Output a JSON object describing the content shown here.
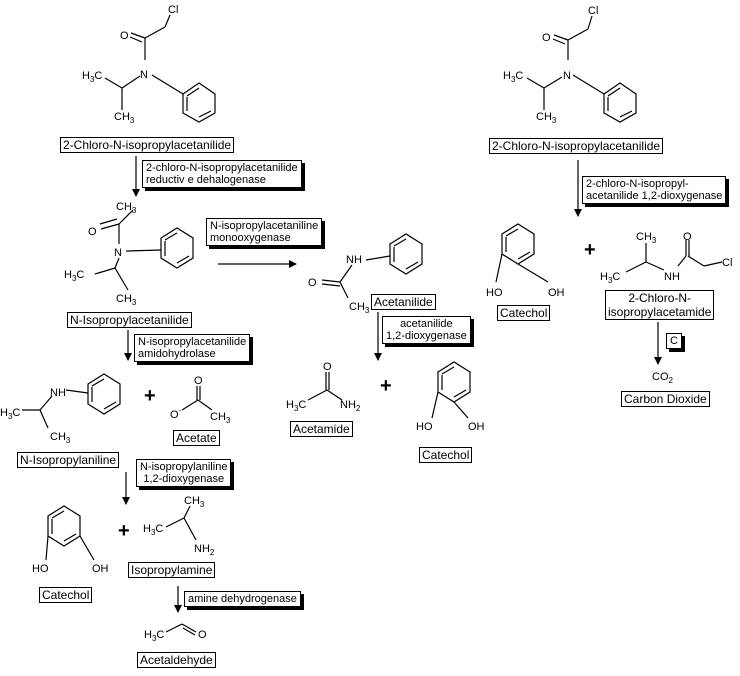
{
  "compounds": {
    "chloro_left": "2-Chloro-N-isopropylacetanilide",
    "chloro_right": "2-Chloro-N-isopropylacetanilide",
    "isopropylacetanilide": "N-Isopropylacetanilide",
    "acetanilide": "Acetanilide",
    "isopropylaniline": "N-Isopropylaniline",
    "acetate": "Acetate",
    "acetamide": "Acetamide",
    "catechol_mid": "Catechol",
    "catechol_right": "Catechol",
    "catechol_bottom": "Catechol",
    "isopropylamine": "Isopropylamine",
    "acetaldehyde": "Acetaldehyde",
    "chloroacetamide_line1": "2-Chloro-N-",
    "chloroacetamide_line2": "isopropylacetamide",
    "carbon_dioxide": "Carbon Dioxide"
  },
  "enzymes": {
    "dehalogenase_line1": "2-chloro-N-isopropylacetanilide",
    "dehalogenase_line2": "reductiv e dehalogenase",
    "monooxygenase_line1": "N-isopropylacetaniline",
    "monooxygenase_line2": "monooxygenase",
    "amidohydrolase_line1": "N-isopropylacetanilide",
    "amidohydrolase_line2": "amidohydrolase",
    "acetanilide_dioxygenase_line1": "acetanilide",
    "acetanilide_dioxygenase_line2": "1,2-dioxygenase",
    "aniline_dioxygenase_line1": "N-isopropylaniline",
    "aniline_dioxygenase_line2": "1,2-dioxygenase",
    "amine_dehydrogenase": "amine dehydrogenase",
    "chloro_dioxygenase_line1": "2-chloro-N-isopropyl-",
    "chloro_dioxygenase_line2": "acetanilide 1,2-dioxygenase",
    "c_step": "C"
  },
  "atoms": {
    "cl": "Cl",
    "o": "O",
    "n": "N",
    "h3c": "H3C",
    "ch3": "CH3",
    "nh": "NH",
    "nh2": "NH2",
    "ho": "HO",
    "oh": "OH",
    "o_minus": "O-",
    "co2": "CO2"
  },
  "symbols": {
    "plus": "+"
  }
}
